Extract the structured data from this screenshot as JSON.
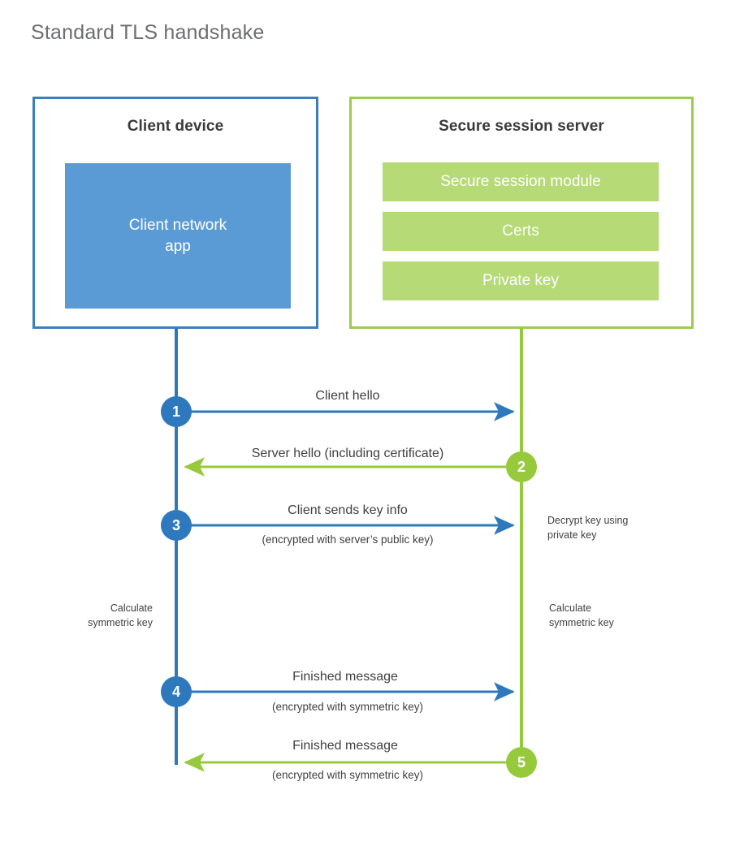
{
  "title": "Standard TLS handshake",
  "colors": {
    "client_blue_border": "#3a7ebe",
    "client_blue_fill": "#5b9bd5",
    "client_step_circle": "#2e79bd",
    "server_green_border": "#9ccb4e",
    "server_green_fill": "#b5da76",
    "server_step_circle": "#97c93d",
    "text_dark": "#404042",
    "title_gray": "#6d6e71"
  },
  "client": {
    "title": "Client device",
    "app_label": "Client network\napp"
  },
  "server": {
    "title": "Secure session server",
    "modules": [
      {
        "label": "Secure session module"
      },
      {
        "label": "Certs"
      },
      {
        "label": "Private key"
      }
    ]
  },
  "steps": [
    {
      "number": "1",
      "side": "client",
      "direction": "right",
      "label": "Client hello",
      "sublabel": ""
    },
    {
      "number": "2",
      "side": "server",
      "direction": "left",
      "label": "Server hello (including certificate)",
      "sublabel": ""
    },
    {
      "number": "3",
      "side": "client",
      "direction": "right",
      "label": "Client sends key info",
      "sublabel": "(encrypted with server’s public key)"
    },
    {
      "number": "4",
      "side": "client",
      "direction": "right",
      "label": "Finished message",
      "sublabel": "(encrypted with symmetric key)"
    },
    {
      "number": "5",
      "side": "server",
      "direction": "left",
      "label": "Finished message",
      "sublabel": "(encrypted with symmetric key)"
    }
  ],
  "notes": {
    "decrypt_key": "Decrypt key using\nprivate key",
    "calculate_symmetric_key_client": "Calculate\nsymmetric key",
    "calculate_symmetric_key_server": "Calculate\nsymmetric key"
  }
}
